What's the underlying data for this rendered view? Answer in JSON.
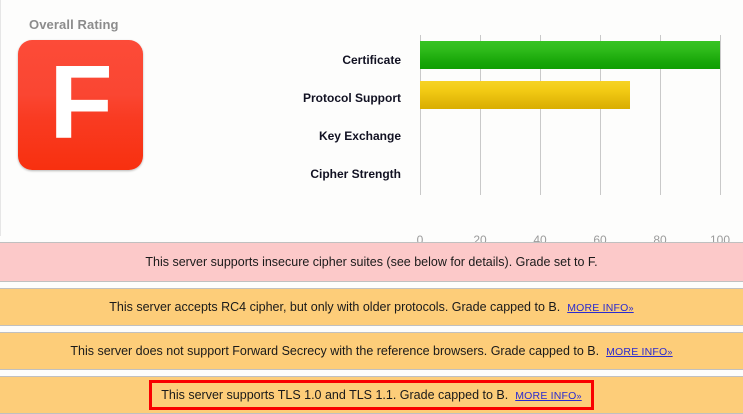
{
  "overall": {
    "section_label": "Overall Rating",
    "grade": "F",
    "grade_color": "#f93b22"
  },
  "chart_data": {
    "type": "bar",
    "orientation": "horizontal",
    "title": "",
    "xlabel": "",
    "ylabel": "",
    "categories": [
      "Certificate",
      "Protocol Support",
      "Key Exchange",
      "Cipher Strength"
    ],
    "values": [
      100,
      70,
      0,
      0
    ],
    "colors": [
      "#17a608",
      "#e0b507",
      "#17a608",
      "#17a608"
    ],
    "xlim": [
      0,
      100
    ],
    "xticks": [
      0,
      20,
      40,
      60,
      80,
      100
    ],
    "xtick_labels": [
      "0",
      "20",
      "40",
      "60",
      "80",
      "100"
    ],
    "grid": true,
    "legend": false
  },
  "alerts": [
    {
      "severity": "critical",
      "bg": "#fcc9c9",
      "text": "This server supports insecure cipher suites (see below for details). Grade set to F.",
      "link": null,
      "highlighted": false
    },
    {
      "severity": "warning",
      "bg": "#fdcd79",
      "text": "This server accepts RC4 cipher, but only with older protocols. Grade capped to B.",
      "link": "MORE INFO",
      "link_chevron": "»",
      "highlighted": false
    },
    {
      "severity": "warning",
      "bg": "#fdcd79",
      "text": "This server does not support Forward Secrecy with the reference browsers. Grade capped to B.",
      "link": "MORE INFO",
      "link_chevron": "»",
      "highlighted": false
    },
    {
      "severity": "warning",
      "bg": "#fdcd79",
      "text": "This server supports TLS 1.0 and TLS 1.1. Grade capped to B.",
      "link": "MORE INFO",
      "link_chevron": "»",
      "highlighted": true,
      "highlight_color": "#f90000"
    }
  ]
}
